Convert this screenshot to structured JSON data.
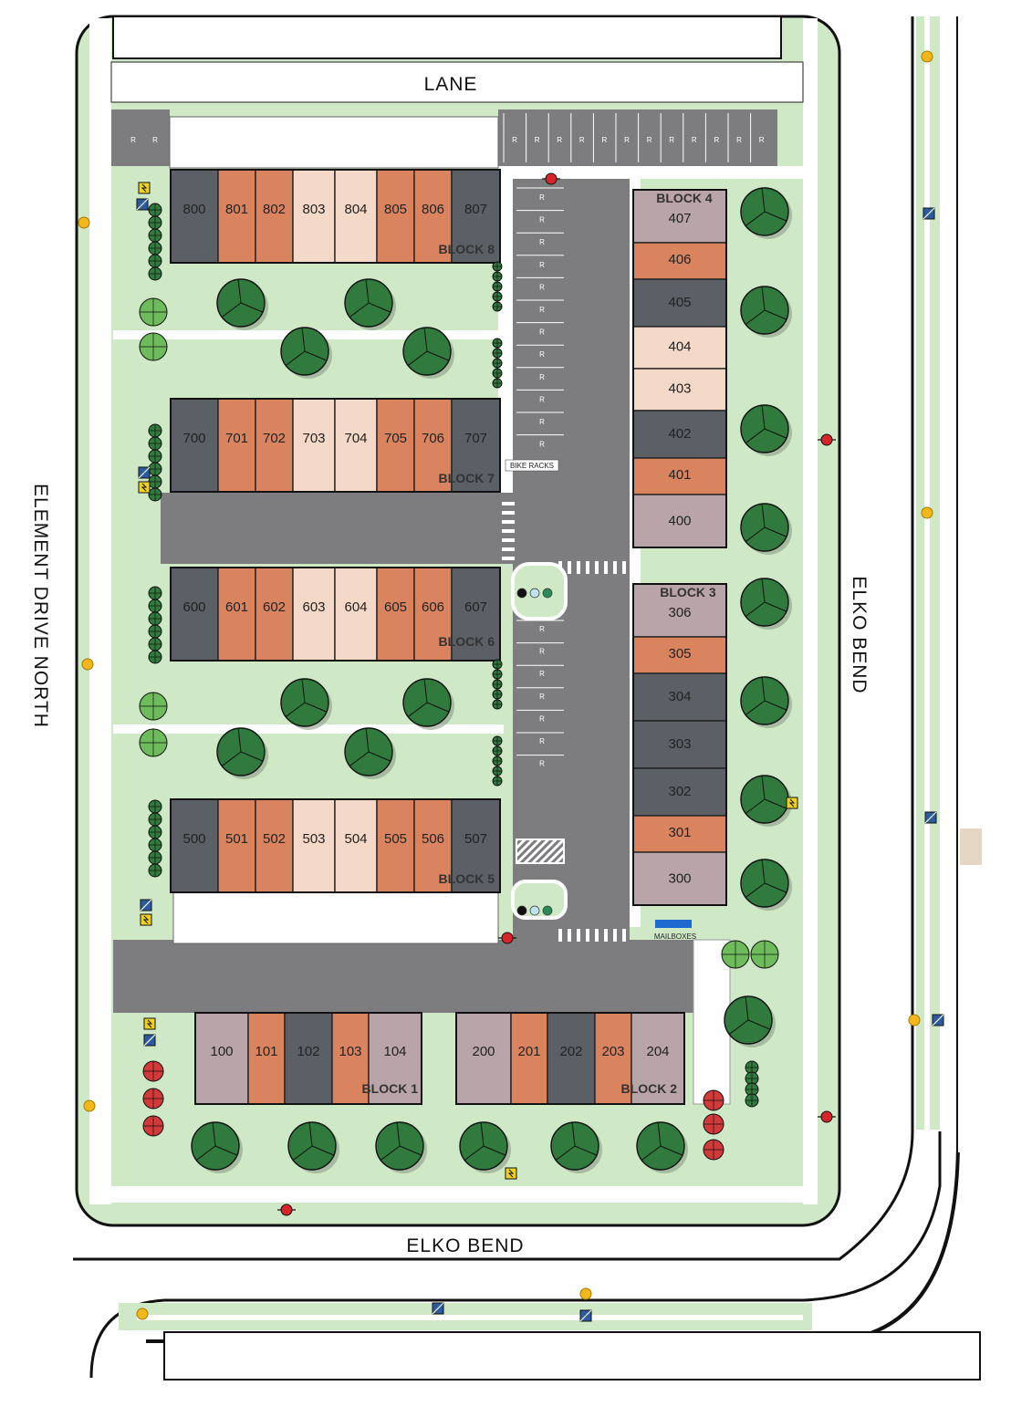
{
  "streets": {
    "lane": "LANE",
    "west": "ELEMENT DRIVE NORTH",
    "east": "ELKO BEND",
    "south": "ELKO BEND"
  },
  "labels": {
    "bike_racks": "BIKE RACKS",
    "mailboxes": "MAILBOXES"
  },
  "colors": {
    "grass": "#cfe8c6",
    "grass_dark": "#b9dcae",
    "asphalt": "#7d7d80",
    "dark_unit": "#5b6067",
    "terracotta": "#d9845f",
    "cream": "#f5d9c8",
    "mauve": "#b8a4a9",
    "sidewalk": "#ffffff"
  },
  "blocks": [
    {
      "name": "BLOCK 8",
      "units": [
        {
          "id": "800",
          "tone": "dark"
        },
        {
          "id": "801",
          "tone": "terracotta"
        },
        {
          "id": "802",
          "tone": "terracotta"
        },
        {
          "id": "803",
          "tone": "cream"
        },
        {
          "id": "804",
          "tone": "cream"
        },
        {
          "id": "805",
          "tone": "terracotta"
        },
        {
          "id": "806",
          "tone": "terracotta"
        },
        {
          "id": "807",
          "tone": "dark"
        }
      ]
    },
    {
      "name": "BLOCK 7",
      "units": [
        {
          "id": "700",
          "tone": "dark"
        },
        {
          "id": "701",
          "tone": "terracotta"
        },
        {
          "id": "702",
          "tone": "terracotta"
        },
        {
          "id": "703",
          "tone": "cream"
        },
        {
          "id": "704",
          "tone": "cream"
        },
        {
          "id": "705",
          "tone": "terracotta"
        },
        {
          "id": "706",
          "tone": "terracotta"
        },
        {
          "id": "707",
          "tone": "dark"
        }
      ]
    },
    {
      "name": "BLOCK 6",
      "units": [
        {
          "id": "600",
          "tone": "dark"
        },
        {
          "id": "601",
          "tone": "terracotta"
        },
        {
          "id": "602",
          "tone": "terracotta"
        },
        {
          "id": "603",
          "tone": "cream"
        },
        {
          "id": "604",
          "tone": "cream"
        },
        {
          "id": "605",
          "tone": "terracotta"
        },
        {
          "id": "606",
          "tone": "terracotta"
        },
        {
          "id": "607",
          "tone": "dark"
        }
      ]
    },
    {
      "name": "BLOCK 5",
      "units": [
        {
          "id": "500",
          "tone": "dark"
        },
        {
          "id": "501",
          "tone": "terracotta"
        },
        {
          "id": "502",
          "tone": "terracotta"
        },
        {
          "id": "503",
          "tone": "cream"
        },
        {
          "id": "504",
          "tone": "cream"
        },
        {
          "id": "505",
          "tone": "terracotta"
        },
        {
          "id": "506",
          "tone": "terracotta"
        },
        {
          "id": "507",
          "tone": "dark"
        }
      ]
    },
    {
      "name": "BLOCK 4",
      "units": [
        {
          "id": "407",
          "tone": "mauve"
        },
        {
          "id": "406",
          "tone": "terracotta"
        },
        {
          "id": "405",
          "tone": "dark"
        },
        {
          "id": "404",
          "tone": "cream"
        },
        {
          "id": "403",
          "tone": "cream"
        },
        {
          "id": "402",
          "tone": "dark"
        },
        {
          "id": "401",
          "tone": "terracotta"
        },
        {
          "id": "400",
          "tone": "mauve"
        }
      ]
    },
    {
      "name": "BLOCK 3",
      "units": [
        {
          "id": "306",
          "tone": "mauve"
        },
        {
          "id": "305",
          "tone": "terracotta"
        },
        {
          "id": "304",
          "tone": "dark"
        },
        {
          "id": "303",
          "tone": "dark"
        },
        {
          "id": "302",
          "tone": "dark"
        },
        {
          "id": "301",
          "tone": "terracotta"
        },
        {
          "id": "300",
          "tone": "mauve"
        }
      ]
    },
    {
      "name": "BLOCK 1",
      "units": [
        {
          "id": "100",
          "tone": "mauve"
        },
        {
          "id": "101",
          "tone": "terracotta"
        },
        {
          "id": "102",
          "tone": "dark"
        },
        {
          "id": "103",
          "tone": "terracotta"
        },
        {
          "id": "104",
          "tone": "mauve"
        }
      ]
    },
    {
      "name": "BLOCK 2",
      "units": [
        {
          "id": "200",
          "tone": "mauve"
        },
        {
          "id": "201",
          "tone": "terracotta"
        },
        {
          "id": "202",
          "tone": "dark"
        },
        {
          "id": "203",
          "tone": "terracotta"
        },
        {
          "id": "204",
          "tone": "mauve"
        }
      ]
    }
  ],
  "parking_mark": "R",
  "icons": [
    "tree-icon",
    "red-tree-icon",
    "hydrant-icon",
    "streetlight-icon",
    "transformer-icon",
    "electrical-box-icon"
  ]
}
